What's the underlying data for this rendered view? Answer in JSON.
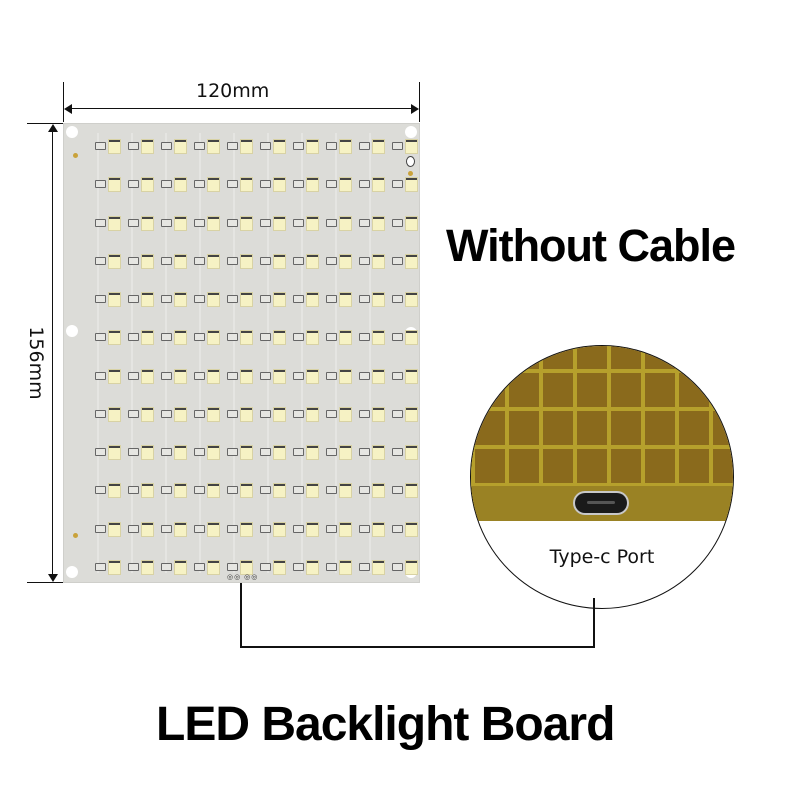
{
  "board": {
    "width_label": "120mm",
    "height_label": "156mm",
    "led_rows": 12,
    "leds_per_row": 10,
    "pcb_color": "#dcdcd8",
    "led_color": "#f6f2c4"
  },
  "headline": "Without Cable",
  "inset": {
    "label": "Type-c Port",
    "pcb_color": "#8a6a1c"
  },
  "caption": "LED Backlight Board"
}
